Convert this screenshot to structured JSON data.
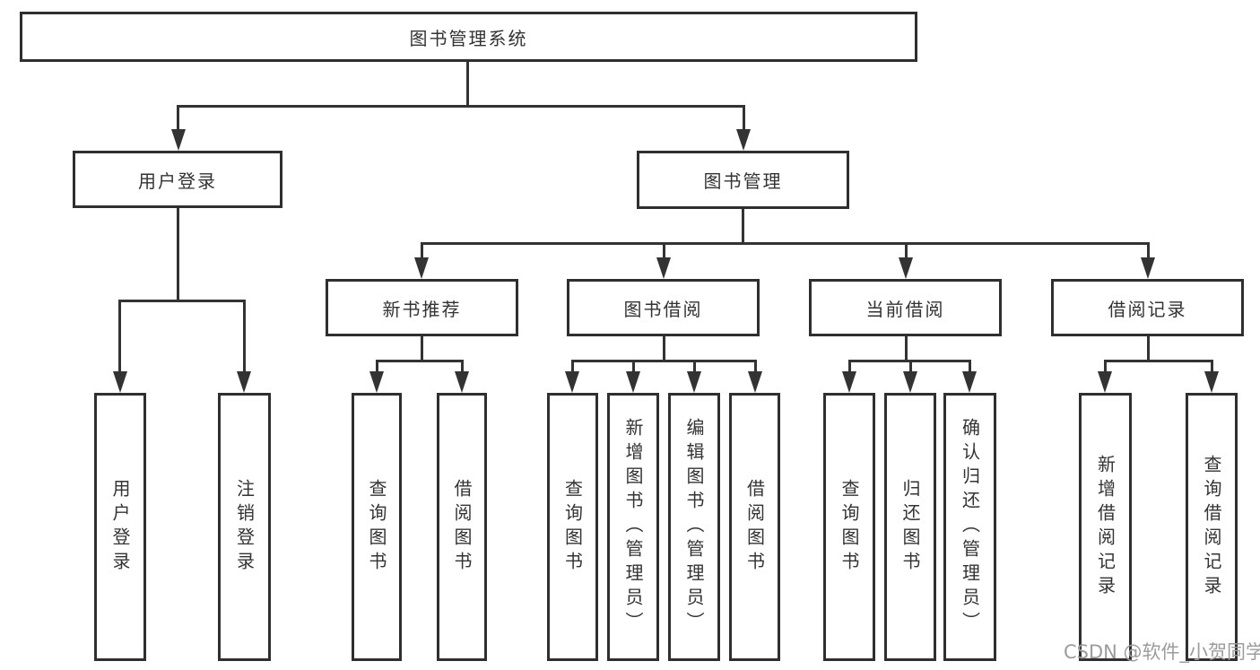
{
  "tree": {
    "label": "图书管理系统",
    "children": [
      {
        "label": "用户登录",
        "children": [
          {
            "label": "用户登录"
          },
          {
            "label": "注销登录"
          }
        ]
      },
      {
        "label": "图书管理",
        "children": [
          {
            "label": "新书推荐",
            "children": [
              {
                "label": "查询图书"
              },
              {
                "label": "借阅图书"
              }
            ]
          },
          {
            "label": "图书借阅",
            "children": [
              {
                "label": "查询图书"
              },
              {
                "label": "新增图书（管理员）"
              },
              {
                "label": "编辑图书（管理员）"
              },
              {
                "label": "借阅图书"
              }
            ]
          },
          {
            "label": "当前借阅",
            "children": [
              {
                "label": "查询图书"
              },
              {
                "label": "归还图书"
              },
              {
                "label": "确认归还（管理员）"
              }
            ]
          },
          {
            "label": "借阅记录",
            "children": [
              {
                "label": "新增借阅记录"
              },
              {
                "label": "查询借阅记录"
              }
            ]
          }
        ]
      }
    ]
  },
  "watermark": {
    "text": "CSDN @软件_小贺同学"
  },
  "colors": {
    "line": "#333333",
    "box_border": "#2f2f2f",
    "text": "#333333",
    "watermark": "#9c9c9c",
    "background": "#ffffff"
  }
}
